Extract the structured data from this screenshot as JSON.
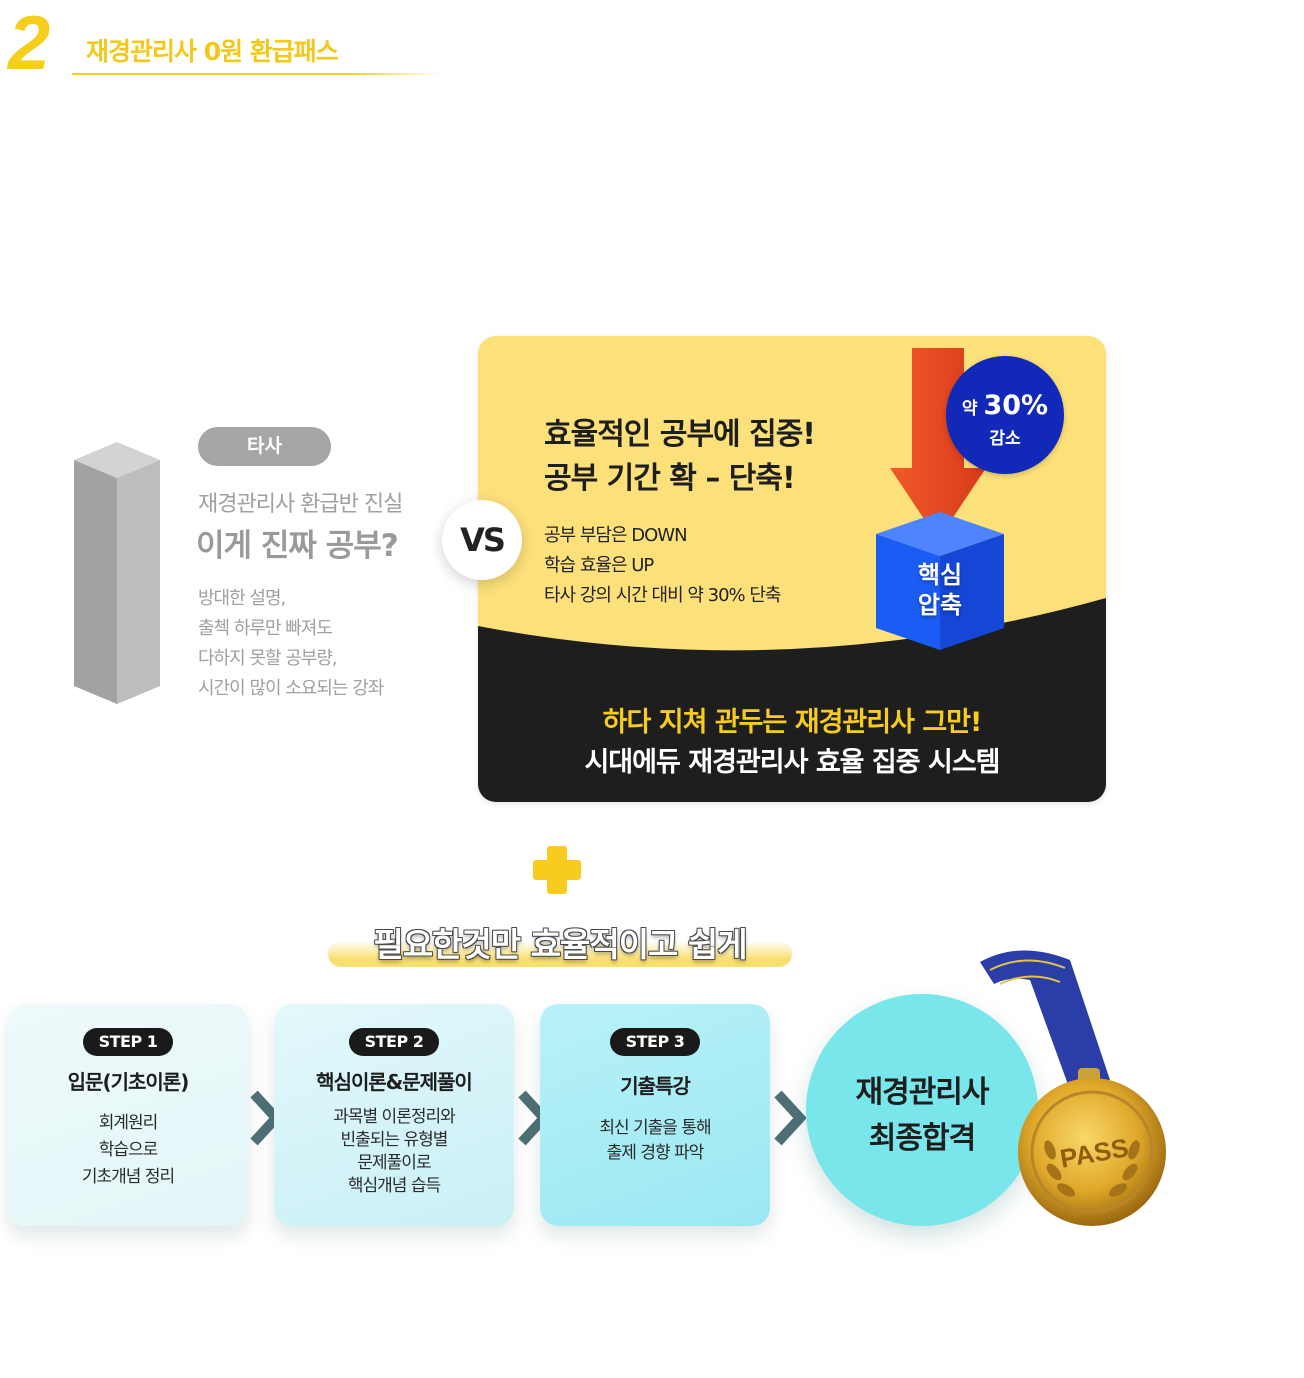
{
  "header": {
    "number": "2",
    "title": "재경관리사 0원 환급패스"
  },
  "competitor": {
    "tag": "타사",
    "subtitle": "재경관리사 환급반 진실",
    "headline": "이게 진짜 공부?",
    "lines": [
      "방대한 설명,",
      "출첵 하루만 빠져도",
      "다하지 못할 공부량,",
      "시간이 많이 소요되는 강좌"
    ]
  },
  "vs": "VS",
  "ours": {
    "title_lines": [
      "효율적인 공부에 집중!",
      "공부 기간 확 – 단축!"
    ],
    "points": [
      "공부 부담은 DOWN",
      "학습 효율은 UP",
      "타사 강의 시간 대비 약 30% 단축"
    ],
    "badge": {
      "prefix": "약",
      "value": "30%",
      "label": "감소"
    },
    "cube_lines": [
      "핵심",
      "압축"
    ],
    "footer_line1": "하다 지쳐 관두는 재경관리사 그만!",
    "footer_line2": "시대에듀 재경관리사 효율 집중 시스템"
  },
  "slogan": "필요한것만 효율적이고 쉽게",
  "steps": [
    {
      "badge": "STEP 1",
      "title": "입문(기초이론)",
      "lines": [
        "회계원리",
        "학습으로",
        "기초개념 정리"
      ]
    },
    {
      "badge": "STEP 2",
      "title": "핵심이론&문제풀이",
      "lines": [
        "과목별 이론정리와",
        "빈출되는 유형별",
        "문제풀이로",
        "핵심개념 습득"
      ]
    },
    {
      "badge": "STEP 3",
      "title": "기출특강",
      "lines": [
        "최신 기출을 통해",
        "출제 경향 파악"
      ]
    }
  ],
  "final": {
    "lines": [
      "재경관리사",
      "최종합격"
    ],
    "medal_text": "PASS"
  },
  "colors": {
    "yellow": "#f7cc1f",
    "card_yellow": "#fce17a",
    "dark": "#1e1e1e",
    "badge_blue": "#1128b8",
    "cube_blue": "#1b5cf5",
    "arrow_red": "#ec4a23",
    "teal": "#78e6ea"
  }
}
